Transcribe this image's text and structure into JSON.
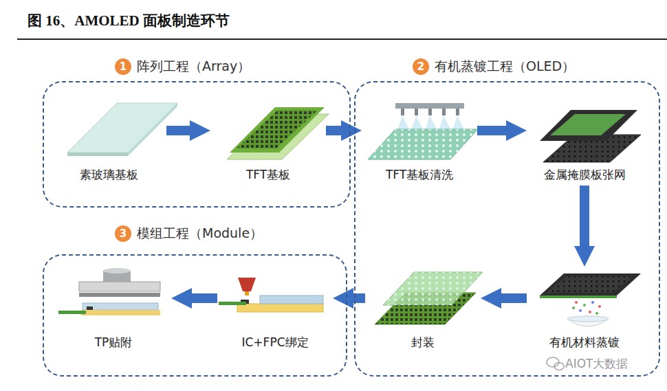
{
  "diagram": {
    "title": "图 16、AMOLED 面板制造环节",
    "nodes": [
      {
        "text": [
          "1",
          "阵列工程（Array）"
        ]
      },
      {
        "text": [
          "素玻璃基板"
        ],
        "in": 0
      },
      {
        "text": [
          "TFT基板"
        ],
        "in": 0
      },
      {
        "text": [
          "2",
          "有机蒸镀工程（OLED）"
        ]
      },
      {
        "text": [
          "TFT基板清洗"
        ],
        "in": 3
      },
      {
        "text": [
          "金属掩膜板张网"
        ],
        "in": 3
      },
      {
        "text": [
          "有机材料蒸镀"
        ],
        "in": 3
      },
      {
        "text": [
          "封装"
        ],
        "in": 3
      },
      {
        "text": [
          "3",
          "模组工程（Module）"
        ]
      },
      {
        "text": [
          "IC+FPC绑定"
        ],
        "in": 8
      },
      {
        "text": [
          "TP贴附"
        ],
        "in": 8
      }
    ],
    "edges": [
      {
        "from": 1,
        "to": 2,
        "arrow": "to"
      },
      {
        "from": 2,
        "to": 4,
        "arrow": "to"
      },
      {
        "from": 4,
        "to": 5,
        "arrow": "to"
      },
      {
        "from": 5,
        "to": 6,
        "arrow": "to"
      },
      {
        "from": 6,
        "to": 7,
        "arrow": "to"
      },
      {
        "from": 7,
        "to": 9,
        "arrow": "to"
      },
      {
        "from": 9,
        "to": 10,
        "arrow": "to"
      }
    ],
    "labels": [
      "AIOT大数据"
    ]
  }
}
